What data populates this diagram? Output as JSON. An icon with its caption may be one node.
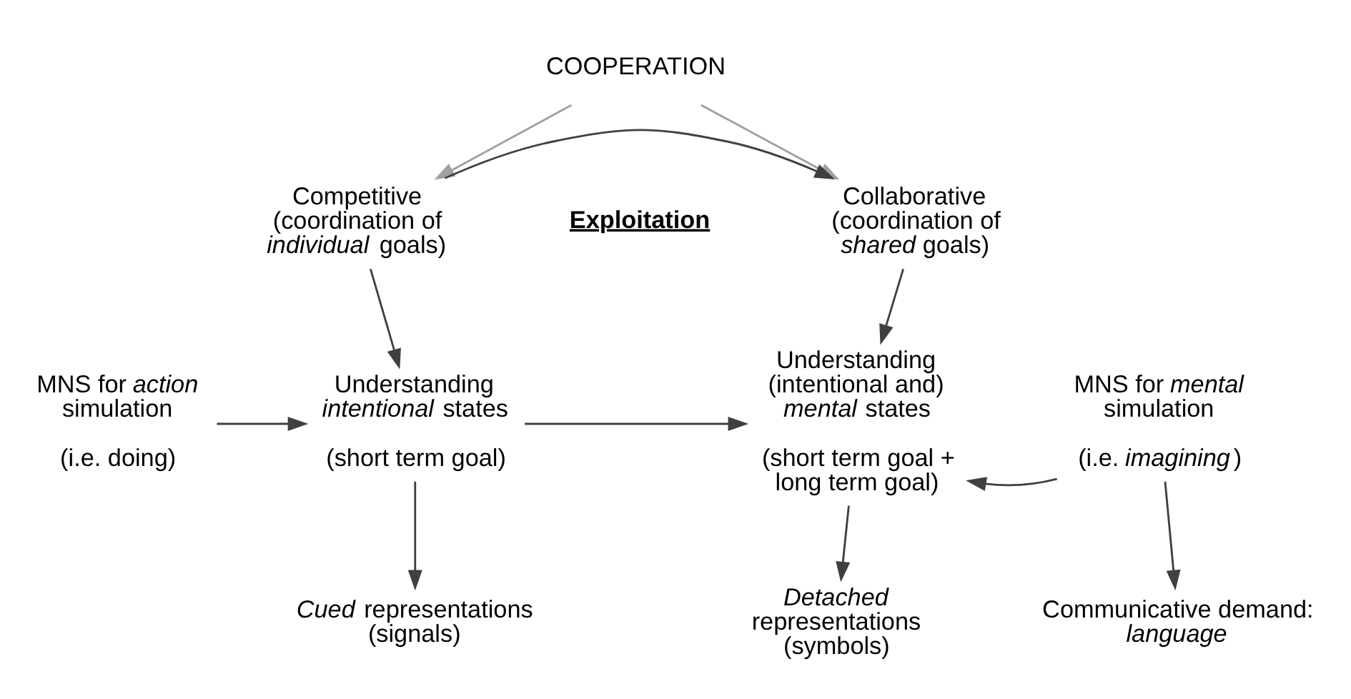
{
  "diagram": {
    "nodes": [
      {
        "text": [
          "COOPERATION"
        ]
      },
      {
        "text": [
          "Competitive (coordination of *individual* goals)"
        ]
      },
      {
        "text": [
          "Collaborative (coordination of *shared* goals)"
        ]
      },
      {
        "text": [
          "MNS for *action* simulation",
          "(i.e. doing)"
        ]
      },
      {
        "text": [
          "Understanding *intentional* states",
          "(short term goal)"
        ]
      },
      {
        "text": [
          "Understanding (intentional and) *mental* states",
          "(short term goal + long term goal)"
        ]
      },
      {
        "text": [
          "MNS for *mental* simulation",
          "(i.e. *imagining*)"
        ]
      },
      {
        "text": [
          "Communicative demand: *language*"
        ]
      },
      {
        "text": [
          "*Cued* representations (signals)"
        ]
      },
      {
        "text": [
          "*Detached* representations (symbols)"
        ]
      }
    ],
    "edges": [
      {
        "from": 0,
        "to": 1,
        "arrow": "to",
        "color": "#a0a0a0"
      },
      {
        "from": 0,
        "to": 2,
        "arrow": "to",
        "color": "#a0a0a0"
      },
      {
        "from": 1,
        "to": 2,
        "arrow": "to"
      },
      {
        "from": 1,
        "to": 4,
        "arrow": "to"
      },
      {
        "from": 2,
        "to": 5,
        "arrow": "to"
      },
      {
        "from": 3,
        "to": 4,
        "arrow": "to"
      },
      {
        "from": 6,
        "to": 5,
        "arrow": "to"
      },
      {
        "from": 4,
        "to": 5,
        "arrow": "to"
      },
      {
        "from": 6,
        "to": 7,
        "arrow": "to"
      },
      {
        "from": 4,
        "to": 8,
        "arrow": "to"
      },
      {
        "from": 5,
        "to": 9,
        "arrow": "to"
      }
    ],
    "labels": [
      "Exploitation"
    ]
  }
}
